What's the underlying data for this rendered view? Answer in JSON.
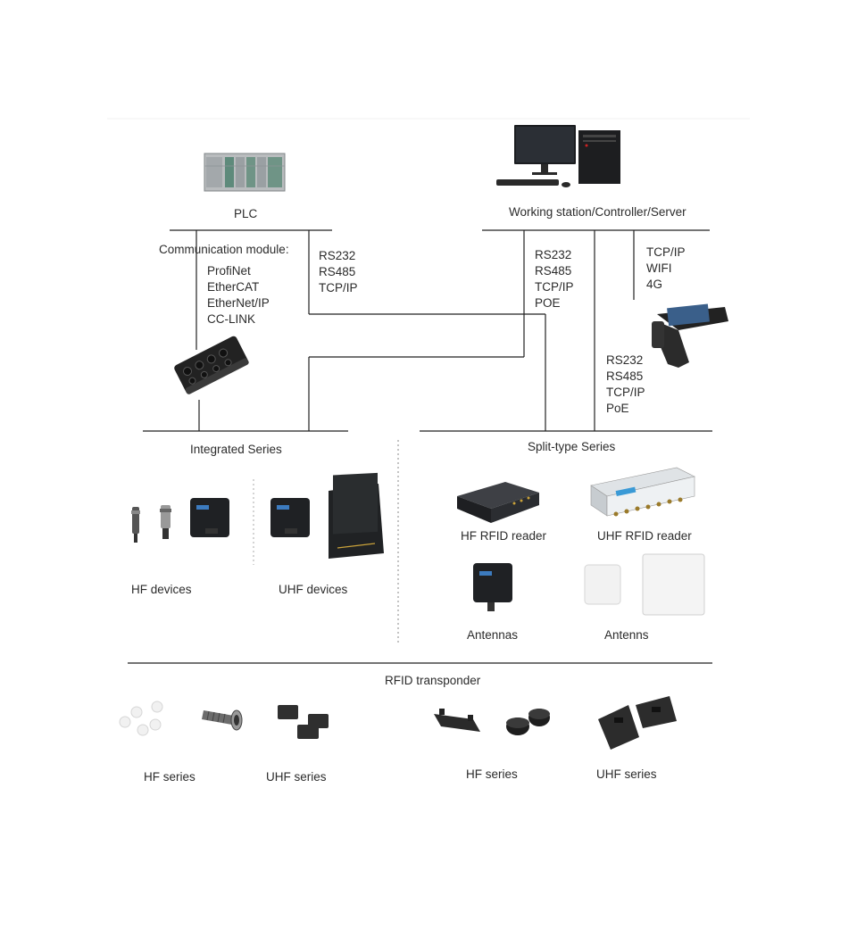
{
  "top": {
    "plc_label": "PLC",
    "station_label": "Working station/Controller/Server"
  },
  "comm_module": {
    "title": "Communication module:",
    "protocols": [
      "ProfiNet",
      "EtherCAT",
      "EtherNet/IP",
      "CC-LINK"
    ]
  },
  "plc_serial": [
    "RS232",
    "RS485",
    "TCP/IP"
  ],
  "station_serial": [
    "RS232",
    "RS485",
    "TCP/IP",
    "POE"
  ],
  "handheld_wireless": [
    "TCP/IP",
    "WIFI",
    "4G"
  ],
  "handheld_serial": [
    "RS232",
    "RS485",
    "TCP/IP",
    "PoE"
  ],
  "integrated": {
    "title": "Integrated Series",
    "hf_label": "HF devices",
    "uhf_label": "UHF devices"
  },
  "split": {
    "title": "Split-type Series",
    "hf_reader_label": "HF RFID reader",
    "uhf_reader_label": "UHF RFID reader",
    "hf_antenna_label": "Antennas",
    "uhf_antenna_label": "Antenns"
  },
  "transponder": {
    "title": "RFID transponder",
    "labels": [
      "HF series",
      "UHF series",
      "HF series",
      "UHF series"
    ]
  }
}
